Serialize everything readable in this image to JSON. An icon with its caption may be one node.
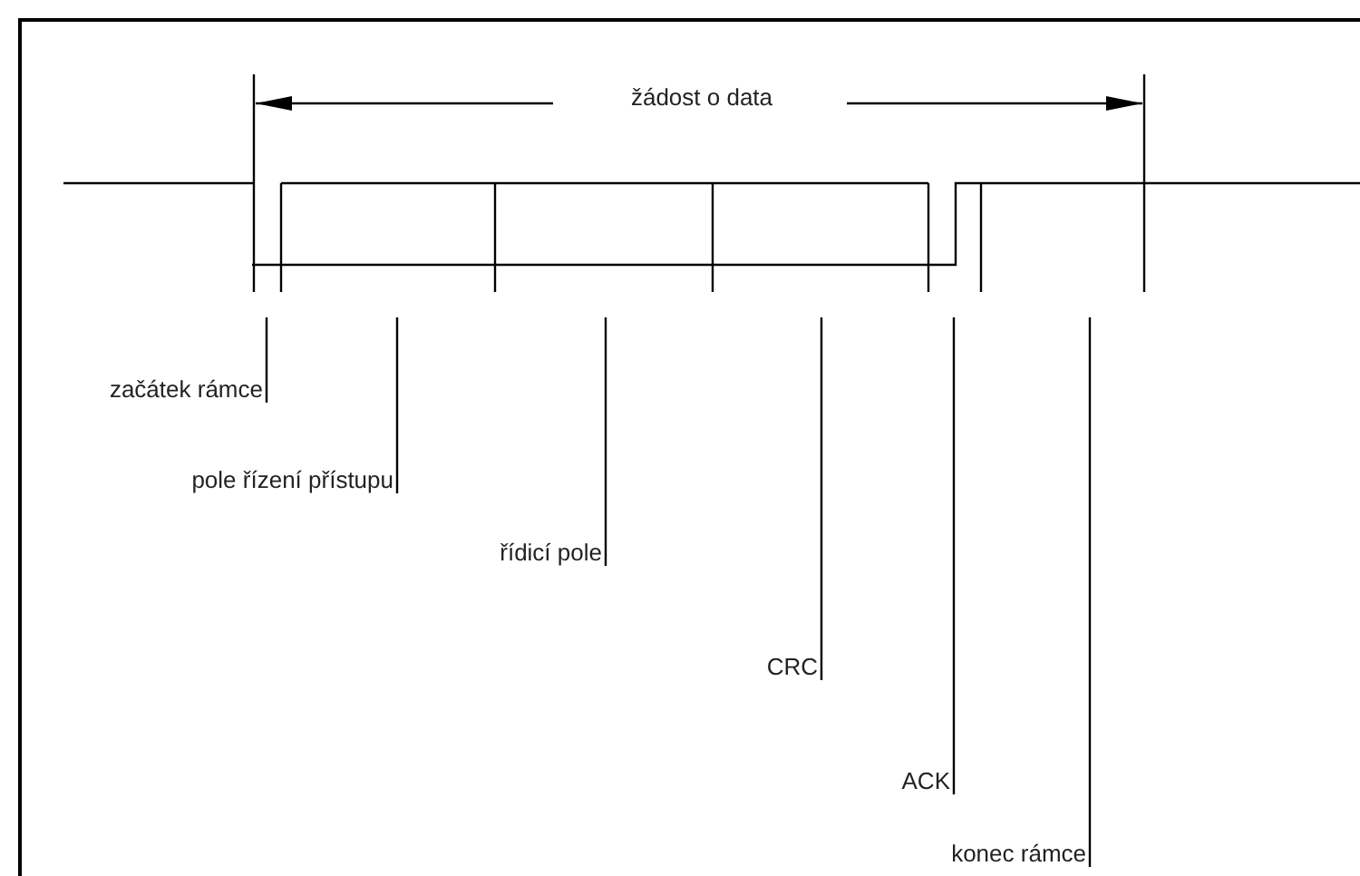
{
  "diagram": {
    "nodes": [
      {
        "text": [
          "začátek rámce"
        ]
      },
      {
        "text": [
          "pole řízení přístupu"
        ]
      },
      {
        "text": [
          "řídicí pole"
        ]
      },
      {
        "text": [
          "CRC"
        ]
      },
      {
        "text": [
          "ACK"
        ]
      },
      {
        "text": [
          "konec rámce"
        ]
      }
    ],
    "edges": [
      {
        "from": 0,
        "to": null,
        "arrow": "none"
      },
      {
        "from": 1,
        "to": null,
        "arrow": "none"
      },
      {
        "from": 2,
        "to": null,
        "arrow": "none"
      },
      {
        "from": 3,
        "to": null,
        "arrow": "none"
      },
      {
        "from": 4,
        "to": null,
        "arrow": "none"
      },
      {
        "from": 5,
        "to": null,
        "arrow": "none"
      }
    ],
    "labels": [
      "žádost o data"
    ]
  }
}
